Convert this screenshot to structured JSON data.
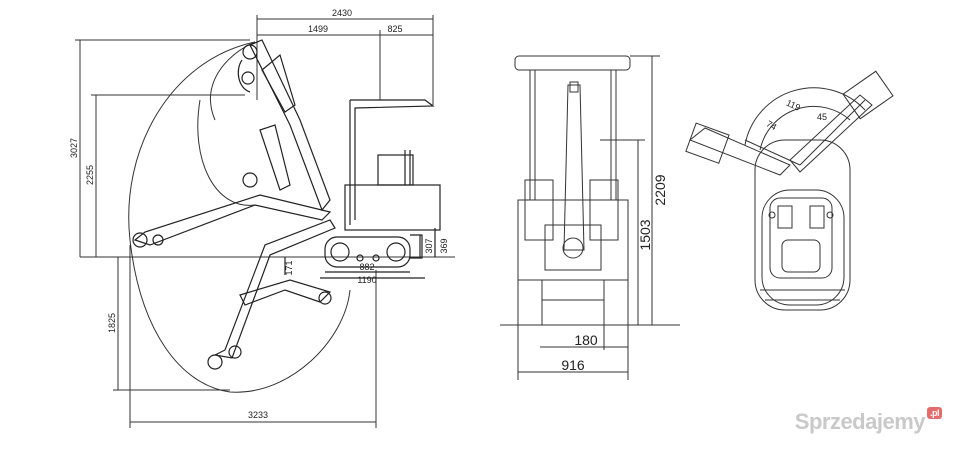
{
  "side_view": {
    "top": [
      "2430",
      "1499",
      "825"
    ],
    "left": [
      "3027",
      "2255"
    ],
    "center": [
      "307",
      "369",
      "171",
      "882",
      "1190"
    ],
    "bottom_left": "1825",
    "bottom": "3233"
  },
  "front_view": {
    "right": [
      "2209",
      "1503"
    ],
    "bottom": [
      "180",
      "916"
    ]
  },
  "top_view": {
    "angles": [
      "119",
      "74",
      "45"
    ]
  },
  "watermark": {
    "text": "Sprzedajemy",
    "badge": ".pl"
  }
}
